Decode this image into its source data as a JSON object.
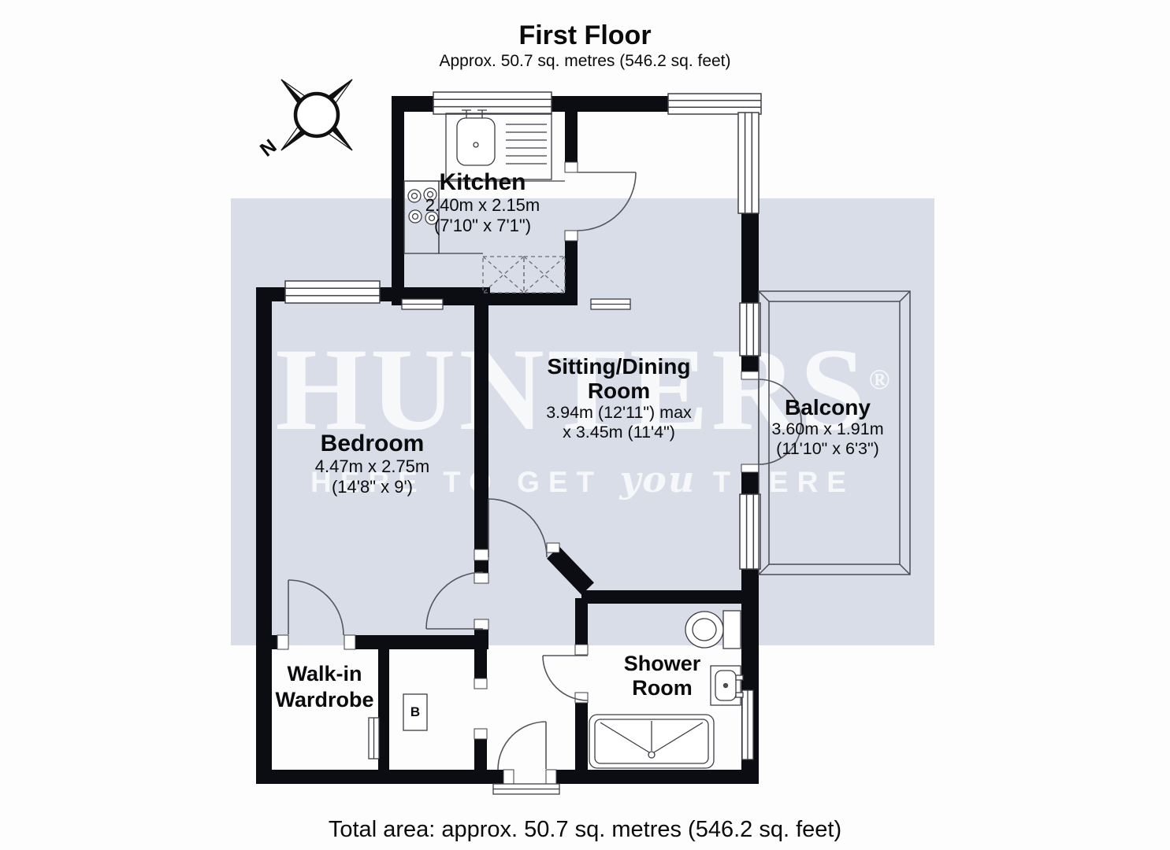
{
  "header": {
    "title": "First Floor",
    "subtitle": "Approx. 50.7 sq. metres (546.2 sq. feet)"
  },
  "footer": {
    "total_area": "Total area: approx. 50.7 sq. metres (546.2 sq. feet)"
  },
  "compass": {
    "north_label": "N"
  },
  "watermark": {
    "brand": "HUNTERS",
    "registered_mark": "®",
    "tagline_pre": "HERE TO GET",
    "tagline_script": "you",
    "tagline_post": "THERE"
  },
  "rooms": {
    "kitchen": {
      "name": "Kitchen",
      "dims_metric": "2.40m x 2.15m",
      "dims_imperial": "(7'10\" x 7'1\")"
    },
    "sitting_dining": {
      "name_line1": "Sitting/Dining",
      "name_line2": "Room",
      "dims_metric": "3.94m (12'11\") max",
      "dims_imperial": "x 3.45m (11'4\")"
    },
    "bedroom": {
      "name": "Bedroom",
      "dims_metric": "4.47m x 2.75m",
      "dims_imperial": "(14'8\" x 9')"
    },
    "balcony": {
      "name": "Balcony",
      "dims_metric": "3.60m x 1.91m",
      "dims_imperial": "(11'10\" x 6'3\")"
    },
    "walk_in_wardrobe": {
      "name_line1": "Walk-in",
      "name_line2": "Wardrobe"
    },
    "shower_room": {
      "name_line1": "Shower",
      "name_line2": "Room"
    }
  },
  "fixtures": {
    "boiler_label": "B"
  },
  "colors": {
    "wall": "#0c0c13",
    "line": "#3f3f46",
    "watermark_band": "#d9dde8",
    "text": "#0b0b0d"
  }
}
